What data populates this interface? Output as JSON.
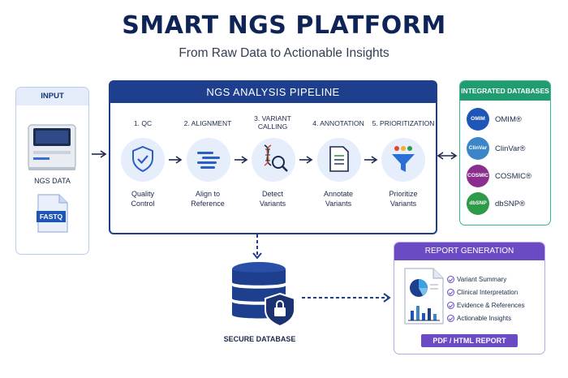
{
  "header": {
    "title": "SMART NGS PLATFORM",
    "subtitle": "From Raw Data to Actionable Insights"
  },
  "input": {
    "title": "INPUT",
    "device_label": "NGS DATA",
    "file_label": "FASTQ"
  },
  "pipeline": {
    "title": "NGS ANALYSIS PIPELINE",
    "steps": [
      {
        "title": "1. QC",
        "desc_line1": "Quality",
        "desc_line2": "Control",
        "icon": "shield-check-icon"
      },
      {
        "title": "2. ALIGNMENT",
        "desc_line1": "Align to",
        "desc_line2": "Reference",
        "icon": "align-bars-icon"
      },
      {
        "title_line1": "3. VARIANT",
        "title_line2": "CALLING",
        "desc_line1": "Detect",
        "desc_line2": "Variants",
        "icon": "dna-magnifier-icon"
      },
      {
        "title": "4. ANNOTATION",
        "desc_line1": "Annotate",
        "desc_line2": "Variants",
        "icon": "document-icon"
      },
      {
        "title": "5. PRIORITIZATION",
        "desc_line1": "Prioritize",
        "desc_line2": "Variants",
        "icon": "funnel-icon"
      }
    ]
  },
  "databases": {
    "title": "INTEGRATED DATABASES",
    "items": [
      {
        "badge": "OMIM",
        "name": "OMIM®",
        "color": "#1e56b8"
      },
      {
        "badge": "ClinVar",
        "name": "ClinVar®",
        "color": "#3a86c8"
      },
      {
        "badge": "COSMIC",
        "name": "COSMIC®",
        "color": "#8b2f8f"
      },
      {
        "badge": "dbSNP",
        "name": "dbSNP®",
        "color": "#2f9a48"
      }
    ]
  },
  "storage": {
    "label": "SECURE DATABASE"
  },
  "report": {
    "title": "REPORT GENERATION",
    "items": [
      "Variant Summary",
      "Clinical Interpretation",
      "Evidence & References",
      "Actionable Insights"
    ],
    "button": "PDF / HTML REPORT"
  },
  "colors": {
    "navy": "#1e3f8e",
    "green": "#1f9c70",
    "purple": "#6a4bc4",
    "light_blue": "#e6eefb"
  }
}
